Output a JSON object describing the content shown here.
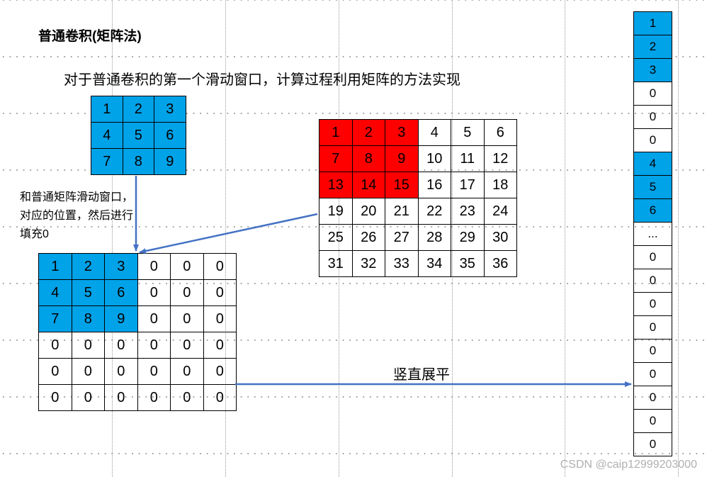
{
  "title": "普通卷积(矩阵法)",
  "subtitle": "对于普通卷积的第一个滑动窗口，计算过程利用矩阵的方法实现",
  "note": "和普通矩阵滑动窗口，对应的位置，然后进行填充0",
  "flatten_label": "竖直展平",
  "watermark": "CSDN @caip12999203000",
  "colors": {
    "kernel": "#00a2e8",
    "window": "#ff0000",
    "arrow": "#4472c4"
  },
  "kernel": [
    [
      "1",
      "2",
      "3"
    ],
    [
      "4",
      "5",
      "6"
    ],
    [
      "7",
      "8",
      "9"
    ]
  ],
  "input_matrix": [
    [
      "1",
      "2",
      "3",
      "4",
      "5",
      "6"
    ],
    [
      "7",
      "8",
      "9",
      "10",
      "11",
      "12"
    ],
    [
      "13",
      "14",
      "15",
      "16",
      "17",
      "18"
    ],
    [
      "19",
      "20",
      "21",
      "22",
      "23",
      "24"
    ],
    [
      "25",
      "26",
      "27",
      "28",
      "29",
      "30"
    ],
    [
      "31",
      "32",
      "33",
      "34",
      "35",
      "36"
    ]
  ],
  "padded_matrix": [
    [
      "1",
      "2",
      "3",
      "0",
      "0",
      "0"
    ],
    [
      "4",
      "5",
      "6",
      "0",
      "0",
      "0"
    ],
    [
      "7",
      "8",
      "9",
      "0",
      "0",
      "0"
    ],
    [
      "0",
      "0",
      "0",
      "0",
      "0",
      "0"
    ],
    [
      "0",
      "0",
      "0",
      "0",
      "0",
      "0"
    ],
    [
      "0",
      "0",
      "0",
      "0",
      "0",
      "0"
    ]
  ],
  "flattened_column": [
    "1",
    "2",
    "3",
    "0",
    "0",
    "0",
    "4",
    "5",
    "6",
    "...",
    "0",
    "0",
    "0",
    "0",
    "0",
    "0",
    "0",
    "0",
    "0"
  ]
}
